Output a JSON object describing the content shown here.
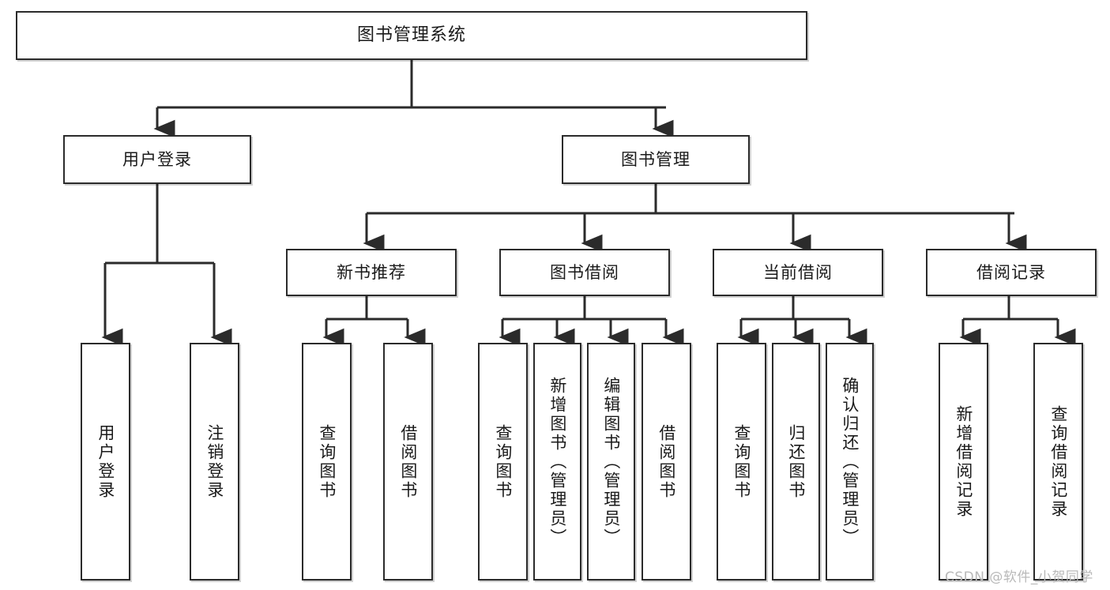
{
  "diagram": {
    "type": "tree-hierarchy-chart",
    "title": "图书管理系统",
    "watermark": "CSDN @软件_小贺同学",
    "colors": {
      "stroke": "#2b2b2b",
      "fill": "#ffffff",
      "text": "#1a1a1a",
      "watermark": "#b9b9b9"
    },
    "levels": {
      "root": {
        "label": "图书管理系统"
      },
      "tier2": [
        {
          "label": "用户登录"
        },
        {
          "label": "图书管理"
        }
      ],
      "tier3": [
        {
          "label": "新书推荐"
        },
        {
          "label": "图书借阅"
        },
        {
          "label": "当前借阅"
        },
        {
          "label": "借阅记录"
        }
      ],
      "leaves": [
        {
          "label": "用户登录",
          "parent": "用户登录"
        },
        {
          "label": "注销登录",
          "parent": "用户登录"
        },
        {
          "label": "查询图书",
          "parent": "新书推荐"
        },
        {
          "label": "借阅图书",
          "parent": "新书推荐"
        },
        {
          "label": "查询图书",
          "parent": "图书借阅"
        },
        {
          "label": "新增图书（管理员）",
          "parent": "图书借阅"
        },
        {
          "label": "编辑图书（管理员）",
          "parent": "图书借阅"
        },
        {
          "label": "借阅图书",
          "parent": "图书借阅"
        },
        {
          "label": "查询图书",
          "parent": "当前借阅"
        },
        {
          "label": "归还图书",
          "parent": "当前借阅"
        },
        {
          "label": "确认归还（管理员）",
          "parent": "当前借阅"
        },
        {
          "label": "新增借阅记录",
          "parent": "借阅记录"
        },
        {
          "label": "查询借阅记录",
          "parent": "借阅记录"
        }
      ]
    }
  }
}
